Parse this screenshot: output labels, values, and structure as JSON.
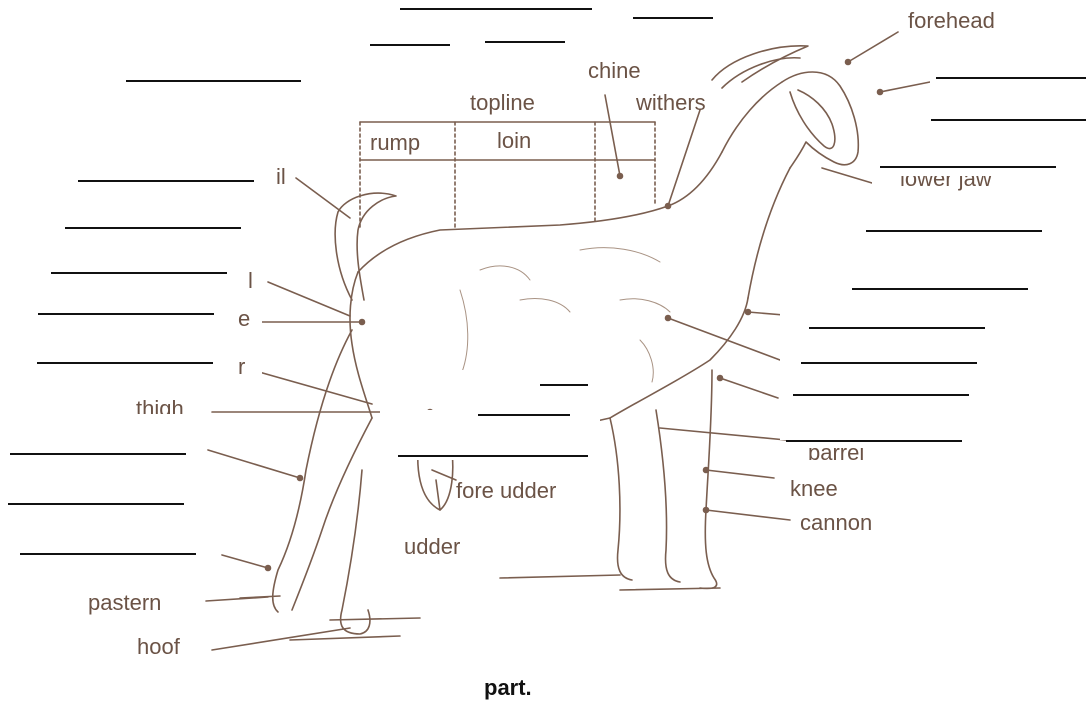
{
  "colors": {
    "ink": "#6b5346",
    "line": "#7a5e4f",
    "blank_line": "#111111",
    "background": "#ffffff"
  },
  "labels": {
    "forehead": "forehead",
    "chine": "chine",
    "topline": "topline",
    "withers": "withers",
    "rump": "rump",
    "loin": "loin",
    "tail": "il",
    "lower_jaw": "lower jaw",
    "hip_fragment": "l",
    "pin_fragment": "e",
    "stifle_fragment": "r",
    "thigh": "thigh",
    "fore_udder": "fore udder",
    "udder": "udder",
    "barrel": "barrel",
    "knee": "knee",
    "cannon": "cannon",
    "pastern": "pastern",
    "hoof": "hoof"
  },
  "caption": "part."
}
